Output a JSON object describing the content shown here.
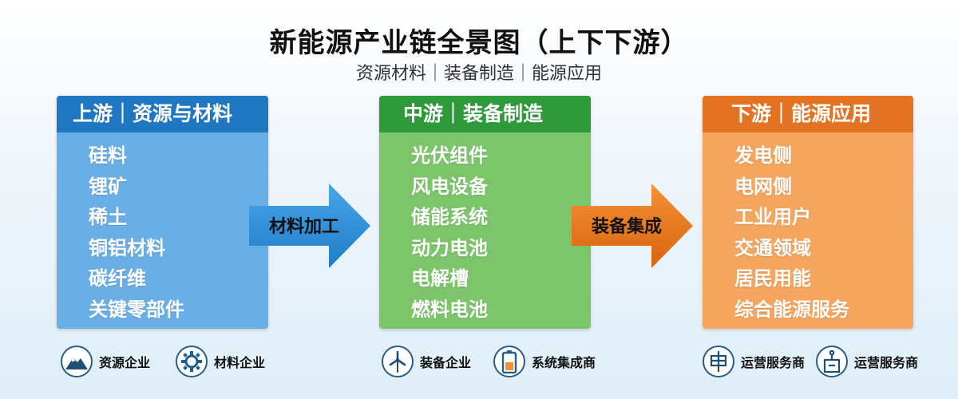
{
  "header": {
    "title": "新能源产业链全景图（上下下游）",
    "subtitle": "资源材料｜装备制造｜能源应用"
  },
  "columns": [
    {
      "title": "上游｜资源与材料",
      "items": [
        "硅料",
        "锂矿",
        "稀土",
        "铜铝材料",
        "碳纤维",
        "关键零部件"
      ],
      "header_color": "#1f77c2",
      "body_color": "#6aaee6"
    },
    {
      "title": "中游｜装备制造",
      "items": [
        "光伏组件",
        "风电设备",
        "储能系统",
        "动力电池",
        "电解槽",
        "燃料电池"
      ],
      "header_color": "#2f9a3a",
      "body_color": "#7cc56a"
    },
    {
      "title": "下游｜能源应用",
      "items": [
        "发电侧",
        "电网侧",
        "工业用户",
        "交通领域",
        "居民用能",
        "综合能源服务"
      ],
      "header_color": "#e37322",
      "body_color": "#f5a55e"
    }
  ],
  "arrows": [
    {
      "label": "材料加工",
      "color": "#2f8fd8"
    },
    {
      "label": "装备集成",
      "color": "#e8781e"
    }
  ],
  "badges": [
    {
      "label": "资源企业",
      "icon": "mountain-icon"
    },
    {
      "label": "材料企业",
      "icon": "gear-icon"
    },
    {
      "label": "装备企业",
      "icon": "wind-turbine-icon"
    },
    {
      "label": "系统集成商",
      "icon": "battery-icon"
    },
    {
      "label": "运营服务商",
      "icon": "grid-tower-icon"
    },
    {
      "label": "运营服务商",
      "icon": "charging-station-icon"
    }
  ]
}
